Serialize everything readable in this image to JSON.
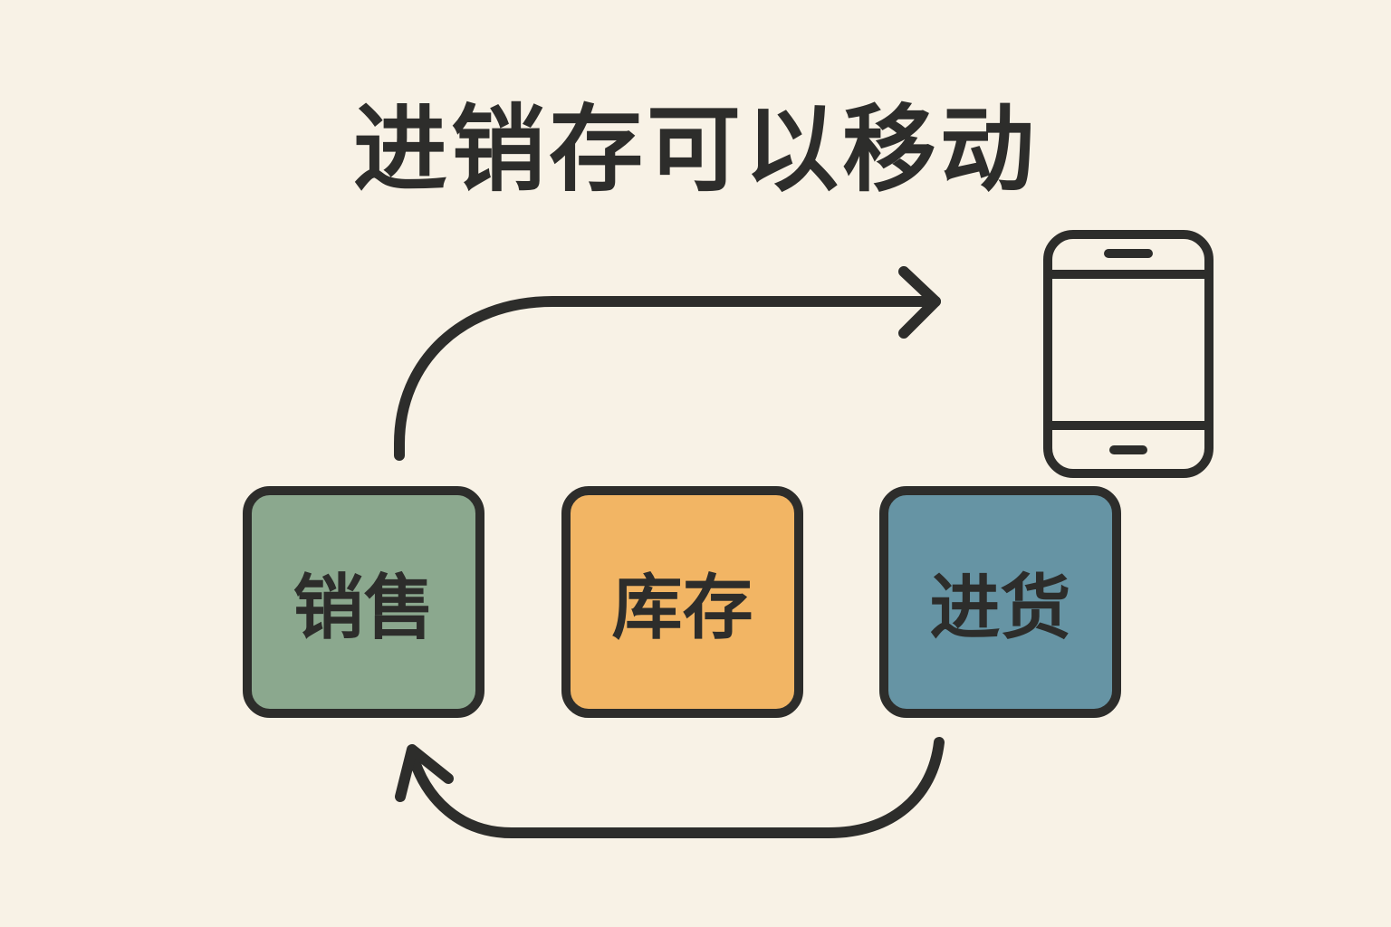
{
  "title": "进销存可以移动",
  "boxes": [
    {
      "label": "销售",
      "color": "#8ba88e"
    },
    {
      "label": "库存",
      "color": "#f2b564"
    },
    {
      "label": "进货",
      "color": "#6694a4"
    }
  ],
  "icons": {
    "device": "mobile-phone-icon"
  },
  "colors": {
    "background": "#f8f2e6",
    "stroke": "#2d2d2b",
    "phone_fill": "#f8f2e6"
  }
}
